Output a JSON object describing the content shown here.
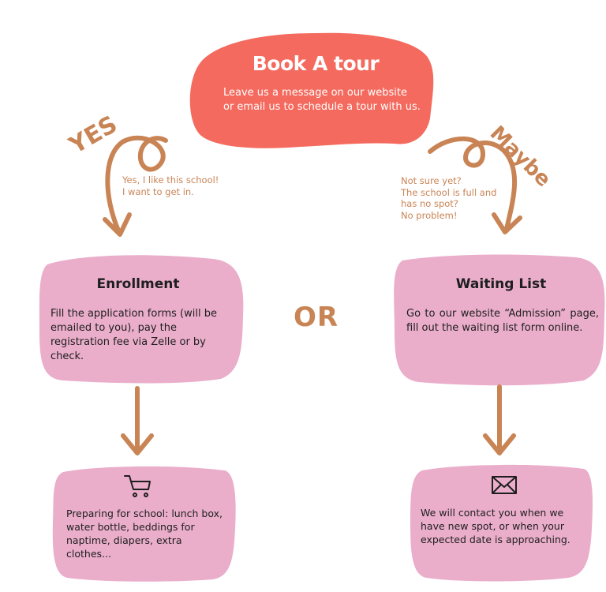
{
  "colors": {
    "salmon": "#f46a5e",
    "pink": "#eaaecb",
    "accent": "#c98455",
    "text": "#1e1e1e"
  },
  "top": {
    "title": "Book A tour",
    "description": "Leave us a message on our website or email us to schedule a tour with us."
  },
  "left_branch": {
    "label": "YES",
    "note": "Yes, I like this school!\nI want to get in."
  },
  "right_branch": {
    "label": "Maybe",
    "note": "Not sure yet?\nThe school is full and has no spot?\nNo problem!"
  },
  "separator": "OR",
  "enrollment": {
    "title": "Enrollment",
    "text": "Fill the application forms (will be emailed to you), pay the registration fee via Zelle or by check."
  },
  "waiting_list": {
    "title": "Waiting List",
    "text": "Go to our website “Admission” page, fill out the waiting list form online."
  },
  "preparing": {
    "icon": "shopping-cart-icon",
    "text": "Preparing for school: lunch box, water bottle, beddings for naptime, diapers, extra clothes..."
  },
  "contact": {
    "icon": "envelope-icon",
    "text": "We will contact you when we have new spot, or when your expected date is approaching."
  }
}
